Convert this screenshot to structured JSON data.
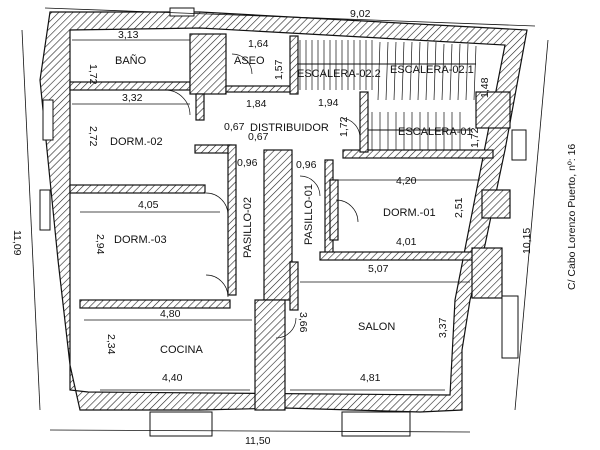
{
  "street_label": "C/ Cabo Lorenzo Puerto, nº: 16",
  "overall": {
    "top": "9,02",
    "bottom": "11,50",
    "left": "11,09",
    "right": "10,15"
  },
  "rooms": {
    "bano": "BAÑO",
    "aseo": "ASEO",
    "escalera_22": "ESCALERA-02.2",
    "escalera_21": "ESCALERA-02.1",
    "escalera_01": "ESCALERA-01",
    "distribuidor": "DISTRIBUIDOR",
    "dorm_02": "DORM.-02",
    "dorm_03": "DORM.-03",
    "dorm_01": "DORM.-01",
    "pasillo_02": "PASILLO-02",
    "pasillo_01": "PASILLO-01",
    "cocina": "COCINA",
    "salon": "SALON"
  },
  "dims": {
    "bano_w": "3,13",
    "bano_h": "1,72",
    "aseo_w": "1,64",
    "aseo_h": "1,57",
    "esc21_h": "1,48",
    "dorm02_w": "3,32",
    "dist_w1": "1,84",
    "dist_w2": "1,94",
    "dist_a": "0,67",
    "dist_b": "0,67",
    "esc01_v": "1,72",
    "esc01_h": "1,72",
    "dorm02_h": "2,72",
    "pas02_w": "0,96",
    "pas01_w": "0,96",
    "dorm01_top": "4,20",
    "dorm01_h": "2,51",
    "dorm01_bot": "4,01",
    "dorm03_w": "4,05",
    "dorm03_h": "2,94",
    "salon_top": "5,07",
    "cocina_top": "4,80",
    "salon_v": "3,66",
    "salon_h": "3,37",
    "cocina_h": "2,34",
    "cocina_bot": "4,40",
    "salon_bot": "4,81"
  }
}
